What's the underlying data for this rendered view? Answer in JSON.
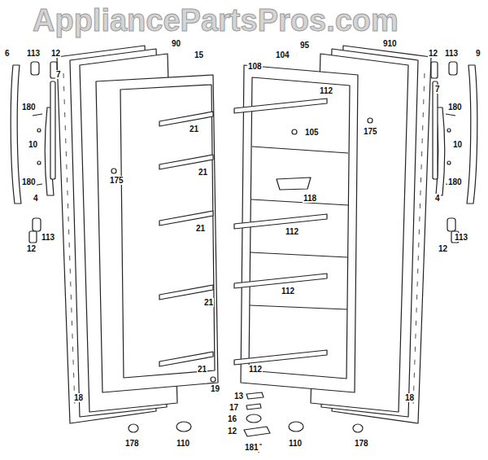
{
  "diagram": {
    "labels": [
      "AppliancePartsPros.com",
      "6",
      "113",
      "12",
      "90",
      "15",
      "7",
      "180",
      "10",
      "180",
      "4",
      "12",
      "113",
      "175",
      "21",
      "21",
      "21",
      "21",
      "21",
      "18",
      "19",
      "178",
      "110",
      "13",
      "17",
      "16",
      "12",
      "181",
      "110",
      "178",
      "18",
      "910",
      "95",
      "104",
      "108",
      "112",
      "105",
      "175",
      "118",
      "112",
      "112",
      "112",
      "12",
      "113",
      "9",
      "7",
      "180",
      "10",
      "180",
      "4",
      "12",
      "113"
    ]
  }
}
